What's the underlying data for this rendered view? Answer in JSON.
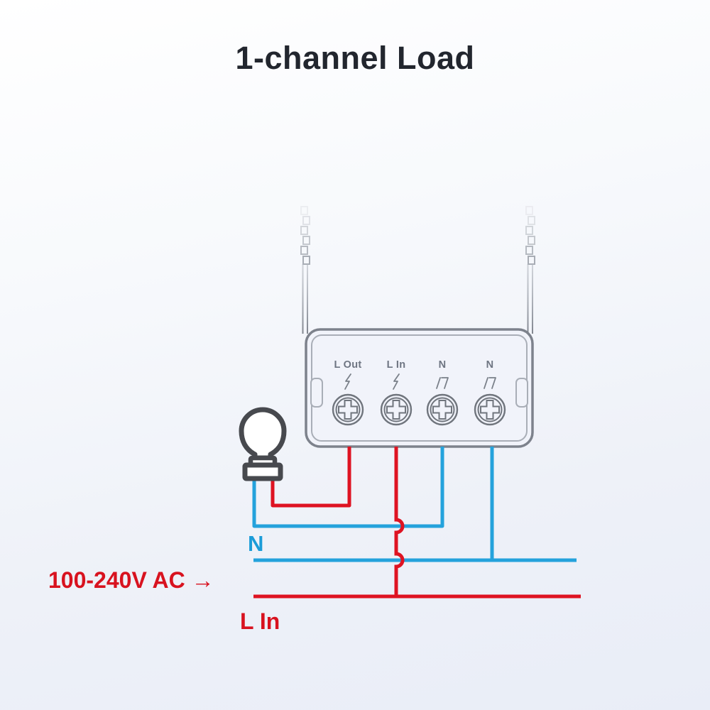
{
  "title": "1-channel Load",
  "device": {
    "name": "smart-switch-module",
    "terminals": [
      {
        "label": "L Out",
        "symbol": "live-lightning-icon"
      },
      {
        "label": "L In",
        "symbol": "live-lightning-icon"
      },
      {
        "label": "N",
        "symbol": "neutral-icon"
      },
      {
        "label": "N",
        "symbol": "neutral-icon"
      }
    ]
  },
  "labels": {
    "neutral": "N",
    "supply": "100-240V AC →",
    "live": "L In"
  },
  "colors": {
    "live_red": "#de1322",
    "neutral_blue": "#24a2dc",
    "label_red": "#d8121f",
    "label_blue": "#1b9cd8",
    "device_outline": "#7d828c",
    "device_inner_outline": "#a9aeb7",
    "bulb_outline": "#47494e",
    "title_text": "#22262e"
  }
}
